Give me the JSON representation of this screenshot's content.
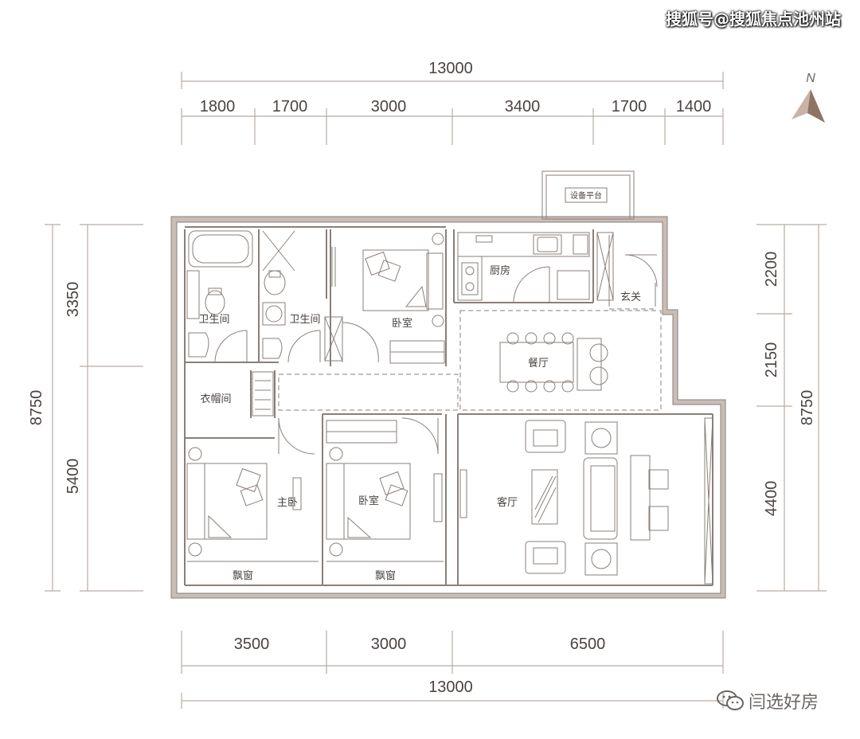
{
  "watermark": "搜狐号@搜狐焦点池州站",
  "brand": {
    "name": "闫选好房",
    "icon": "wechat-icon"
  },
  "compass": {
    "label": "N"
  },
  "dimensions": {
    "top_total": "13000",
    "top_segments": [
      "1800",
      "1700",
      "3000",
      "3400",
      "1700",
      "1400"
    ],
    "bottom_total": "13000",
    "bottom_segments": [
      "3500",
      "3000",
      "6500"
    ],
    "left_total": "8750",
    "left_segments": [
      "3350",
      "5400"
    ],
    "right_total": "8750",
    "right_segments": [
      "2200",
      "2150",
      "4400"
    ]
  },
  "rooms": {
    "bath1": "卫生间",
    "bath2": "卫生间",
    "bedroom_north": "卧室",
    "kitchen": "厨房",
    "entry": "玄关",
    "platform": "设备平台",
    "dining": "餐厅",
    "cloakroom": "衣帽间",
    "master": "主卧",
    "bedroom_south": "卧室",
    "living": "客厅",
    "bay1": "飘窗",
    "bay2": "飘窗"
  },
  "colors": {
    "wall": "#c9beb6",
    "line": "#8a7f79",
    "text": "#4a4340",
    "compass": "#b39a8d"
  }
}
